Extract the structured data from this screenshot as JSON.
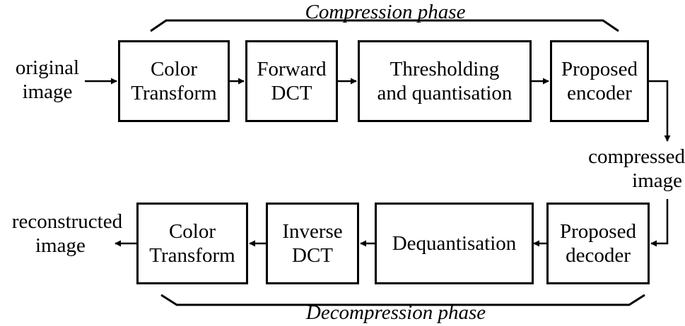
{
  "phases": {
    "compression": "Compression phase",
    "decompression": "Decompression phase"
  },
  "labels": {
    "input": [
      "original",
      "image"
    ],
    "compressed": [
      "compressed",
      "image"
    ],
    "output": [
      "reconstructed",
      "image"
    ]
  },
  "compression_blocks": [
    {
      "lines": [
        "Color",
        "Transform"
      ]
    },
    {
      "lines": [
        "Forward",
        "DCT"
      ]
    },
    {
      "lines": [
        "Thresholding",
        "and quantisation"
      ]
    },
    {
      "lines": [
        "Proposed",
        "encoder"
      ]
    }
  ],
  "decompression_blocks": [
    {
      "lines": [
        "Proposed",
        "decoder"
      ]
    },
    {
      "lines": [
        "Dequantisation"
      ]
    },
    {
      "lines": [
        "Inverse",
        "DCT"
      ]
    },
    {
      "lines": [
        "Color",
        "Transform"
      ]
    }
  ],
  "colors": {
    "stroke": "#000000",
    "background": "#ffffff"
  }
}
